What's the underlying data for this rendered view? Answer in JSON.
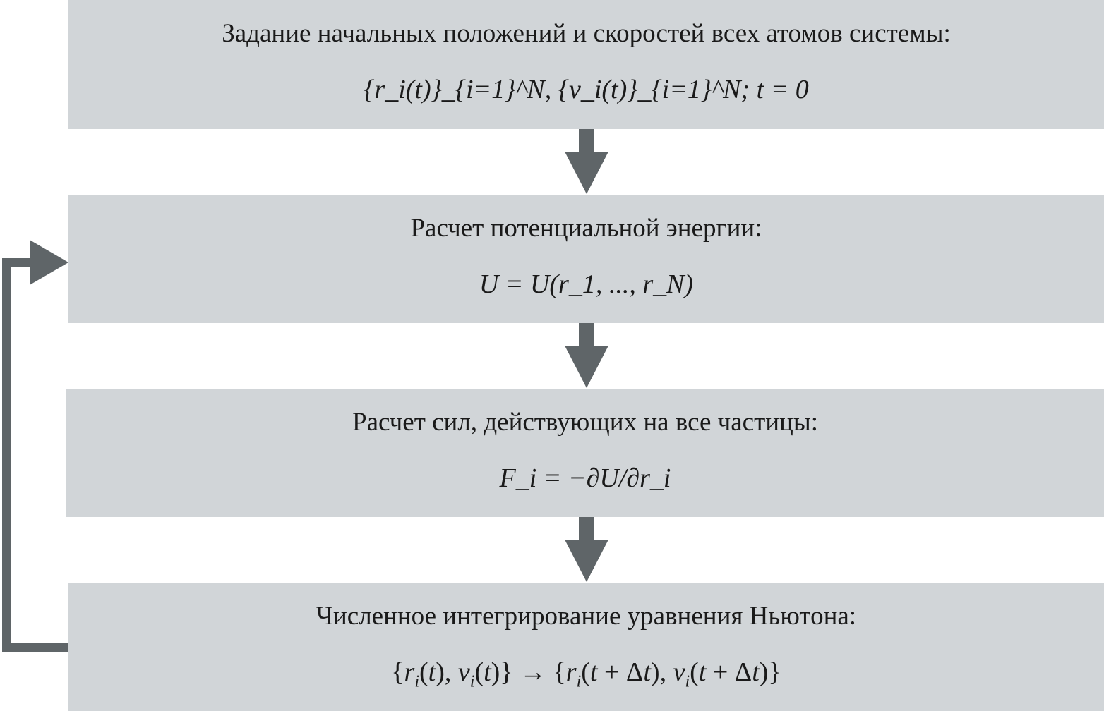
{
  "steps": [
    {
      "title": "Задание начальных положений и скоростей всех атомов системы:",
      "formula": "{r_i(t)}_{i=1}^N, {v_i(t)}_{i=1}^N; t = 0"
    },
    {
      "title": "Расчет потенциальной энергии:",
      "formula": "U = U(r_1, ..., r_N)"
    },
    {
      "title": "Расчет сил, действующих на все частицы:",
      "formula": "F_i = −∂U/∂r_i"
    },
    {
      "title": "Численное интегрирование уравнения Ньютона:",
      "formula": "{r_i(t), v_i(t)} → {r_i(t + Δt), v_i(t + Δt)}"
    }
  ],
  "colors": {
    "box": "#d1d5d8",
    "arrow": "#5f6568"
  }
}
